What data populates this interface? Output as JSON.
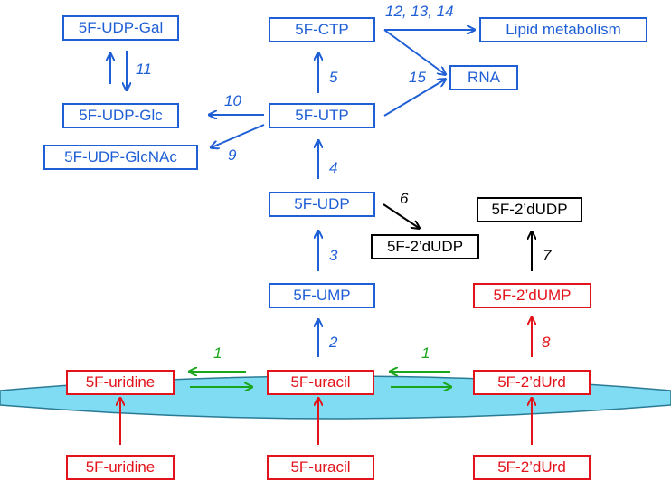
{
  "colors": {
    "blue": "#1f5fd6",
    "red": "#e3131b",
    "green": "#1aa61a",
    "black": "#000000",
    "membrane": "#7fdcf2"
  },
  "nodes": {
    "udp_gal": "5F-UDP-Gal",
    "udp_glc": "5F-UDP-Glc",
    "udp_glcnac": "5F-UDP-GlcNAc",
    "ctp": "5F-CTP",
    "utp": "5F-UTP",
    "udp": "5F-UDP",
    "ump": "5F-UMP",
    "lipid": "Lipid metabolism",
    "rna": "RNA",
    "dudp_right": "5F-2’dUDP",
    "dudp_mid": "5F-2’dUDP",
    "dump": "5F-2’dUMP",
    "uridine_in": "5F-uridine",
    "uracil_in": "5F-uracil",
    "durd_in": "5F-2’dUrd",
    "uridine_out": "5F-uridine",
    "uracil_out": "5F-uracil",
    "durd_out": "5F-2’dUrd"
  },
  "steps": {
    "s1a": "1",
    "s1b": "1",
    "s2": "2",
    "s3": "3",
    "s4": "4",
    "s5": "5",
    "s6": "6",
    "s7": "7",
    "s8": "8",
    "s9": "9",
    "s10": "10",
    "s11": "11",
    "s12_14": "12, 13, 14",
    "s15": "15"
  }
}
